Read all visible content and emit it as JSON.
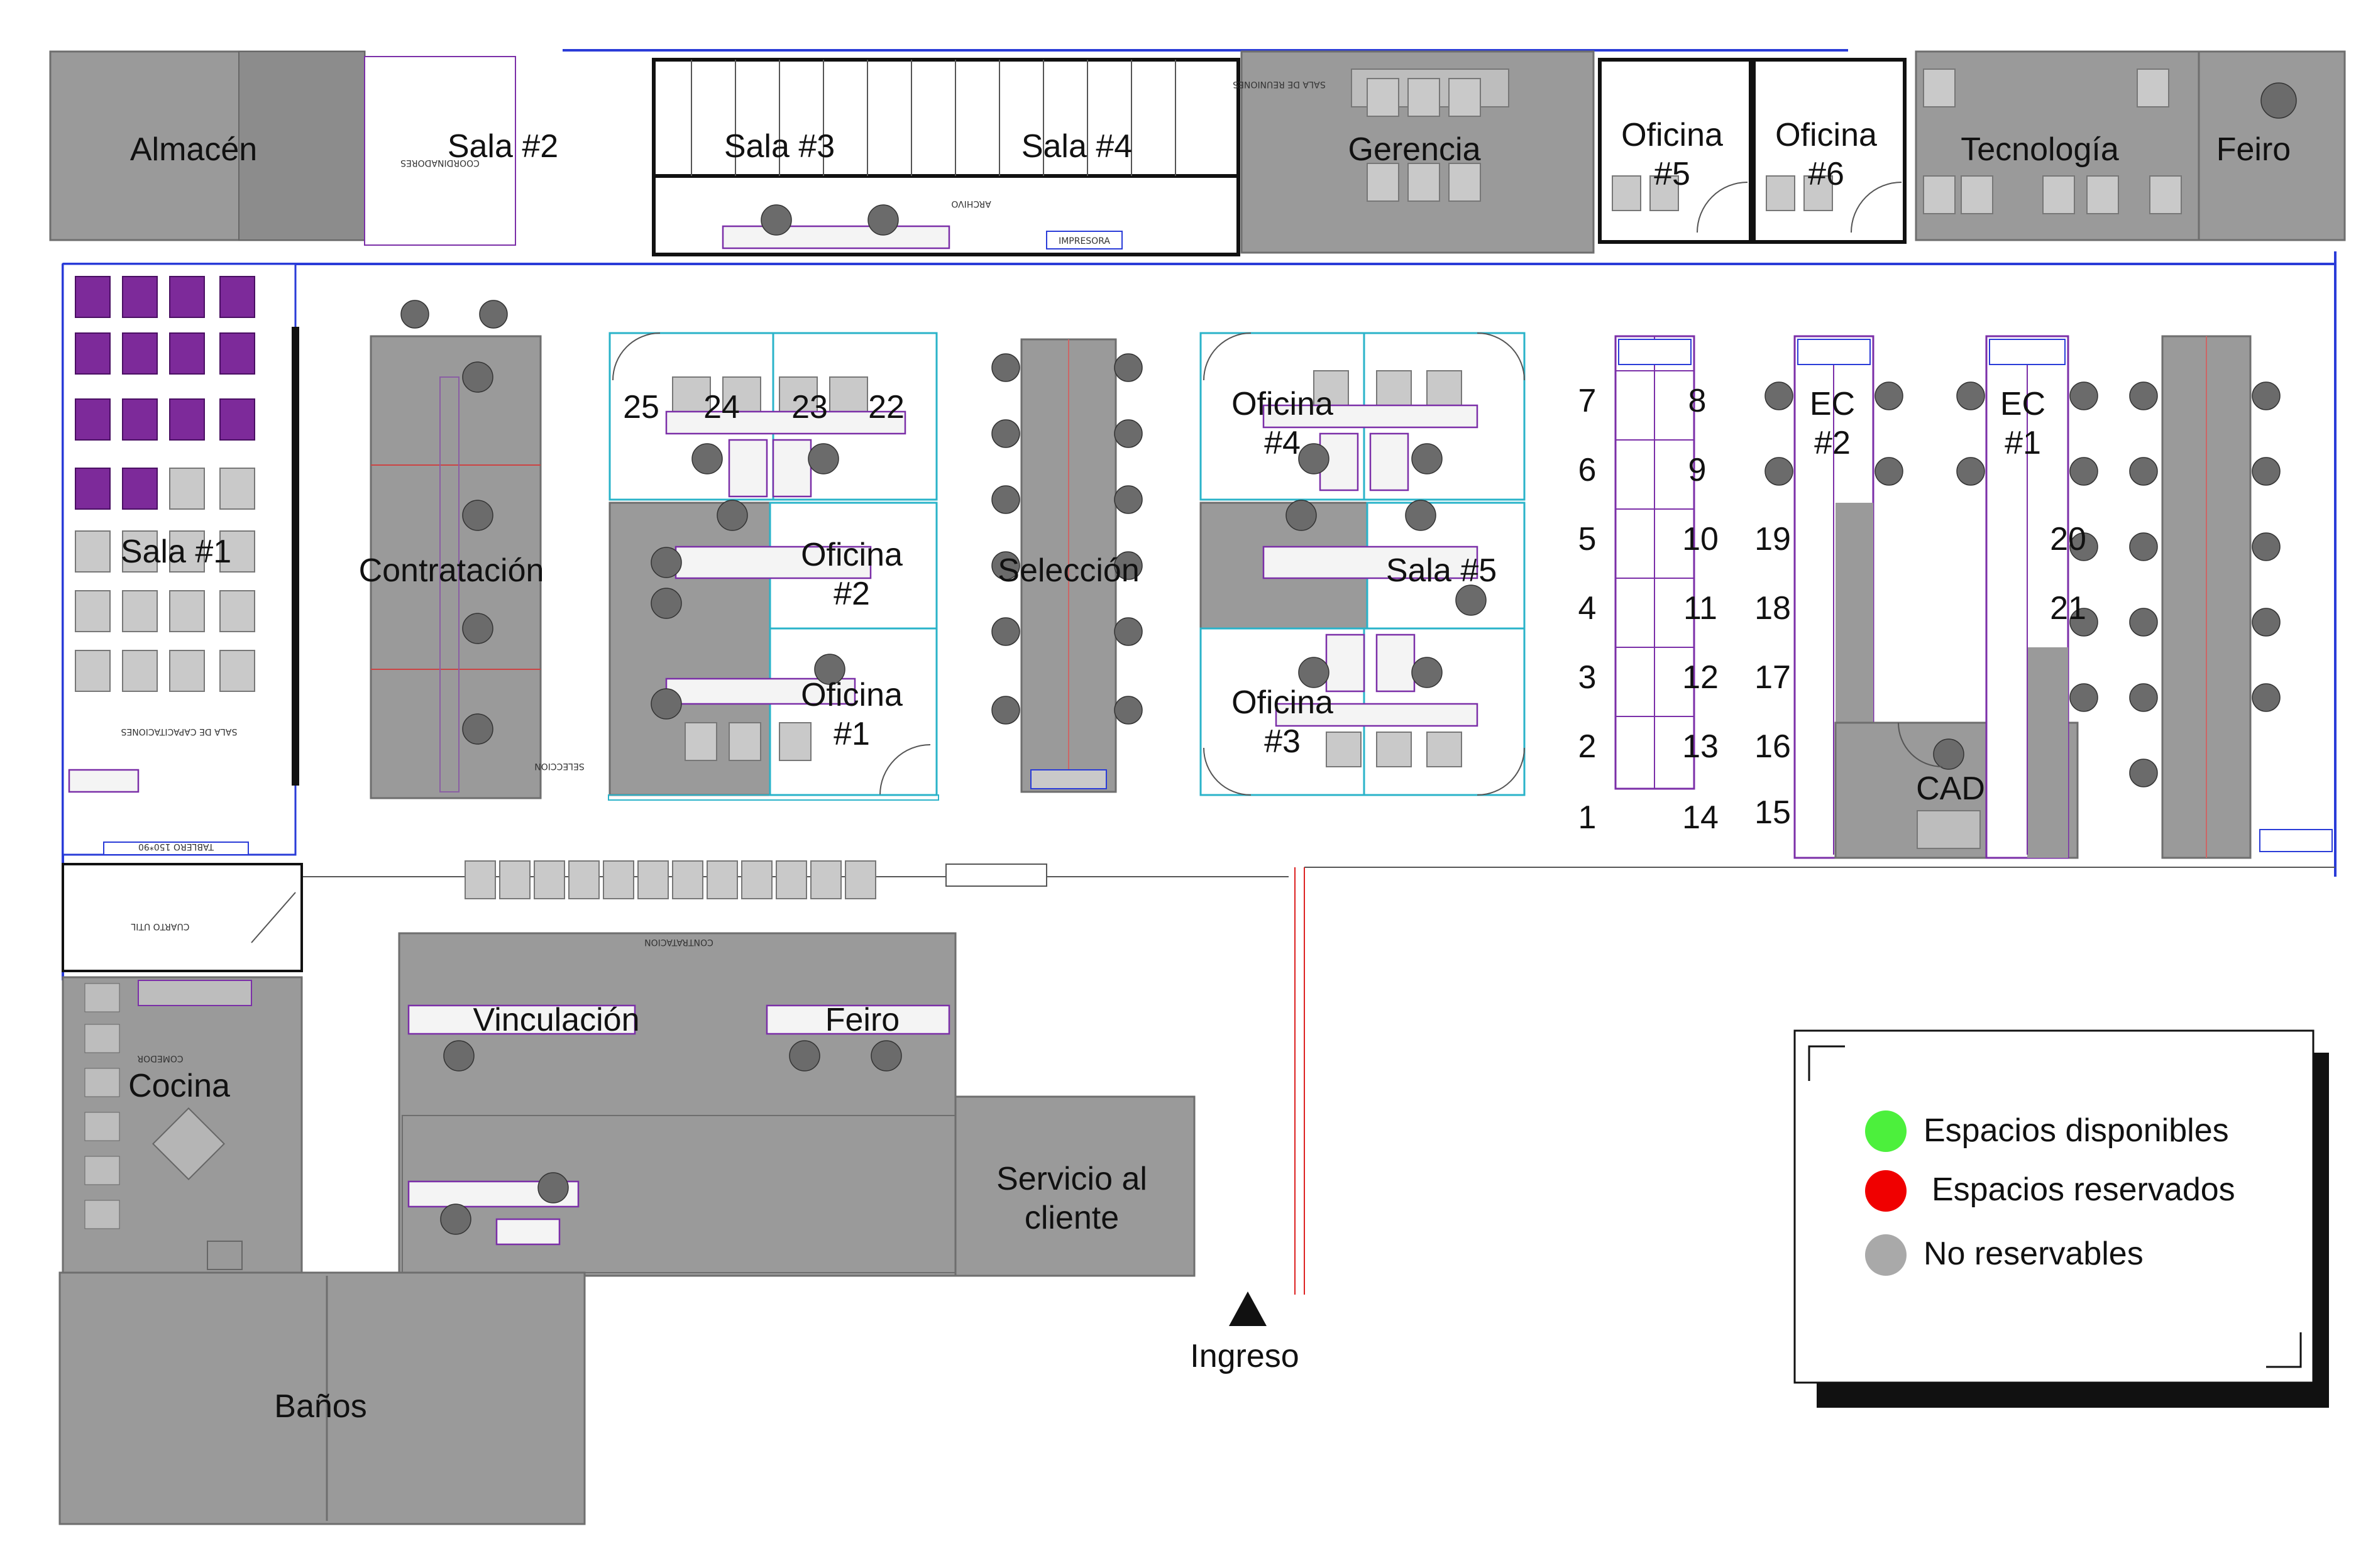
{
  "rooms": {
    "almacen": "Almacén",
    "sala2": "Sala #2",
    "sala3": "Sala #3",
    "sala4": "Sala #4",
    "gerencia": "Gerencia",
    "oficina5": "Oficina\n#5",
    "oficina6": "Oficina\n#6",
    "tecnologia": "Tecnología",
    "feiro_top": "Feiro",
    "sala1": "Sala #1",
    "contratacion": "Contratación",
    "oficina2": "Oficina\n#2",
    "oficina1": "Oficina\n#1",
    "seleccion": "Selección",
    "oficina4": "Oficina\n#4",
    "sala5": "Sala #5",
    "oficina3": "Oficina\n#3",
    "ec2": "EC\n#2",
    "ec1": "EC\n#1",
    "cad": "CAD",
    "vinculacion": "Vinculación",
    "feiro_bottom": "Feiro",
    "cocina": "Cocina",
    "servicio": "Servicio al\ncliente",
    "banos": "Baños",
    "ingreso": "Ingreso"
  },
  "small_labels": {
    "capacitaciones": "SALA DE CAPACITACIONES",
    "cuarto_util": "CUARTO UTIL",
    "comedor": "COMEDOR",
    "contratacion_small": "CONTRATACION",
    "coordinadores": "COORDINADORES",
    "archivo": "ARCHIVO",
    "impresora": "IMPRESORA",
    "seleccion_small": "SELECCION",
    "sala_reuniones": "SALA DE REUNIONES",
    "tablero": "TABLERO 150*90"
  },
  "seat_numbers": [
    "25",
    "24",
    "23",
    "22",
    "7",
    "8",
    "6",
    "9",
    "5",
    "10",
    "4",
    "11",
    "3",
    "12",
    "2",
    "13",
    "1",
    "14",
    "19",
    "18",
    "17",
    "16",
    "15",
    "20",
    "21"
  ],
  "legend": {
    "available": "Espacios disponibles",
    "reserved": "Espacios reservados",
    "not_reservable": "No reservables",
    "available_color": "#4cf03c",
    "reserved_color": "#f00000",
    "not_reservable_color": "#a9a9a9"
  }
}
